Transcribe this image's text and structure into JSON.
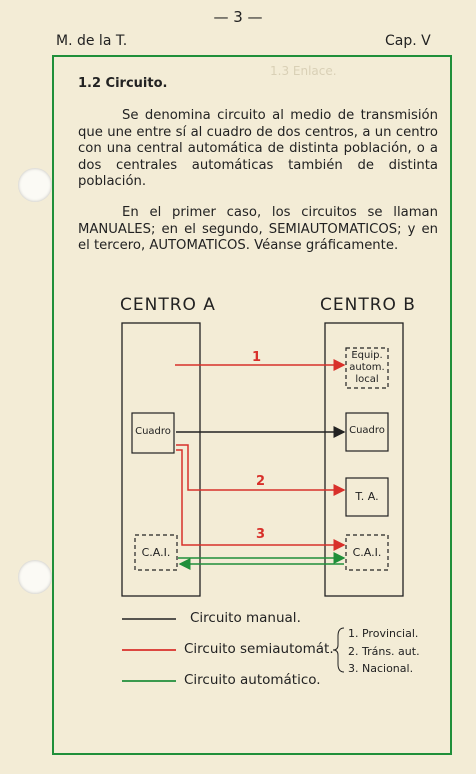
{
  "header": {
    "page_number": "— 3 —",
    "left": "M. de la T.",
    "right": "Cap. V"
  },
  "section": {
    "title": "1.2  Circuito.",
    "paragraph1": "Se denomina circuito al medio de transmisión que une entre sí al cuadro de dos centros, a un centro con una central automática de distinta población, o a dos centrales automáticas también de distinta población.",
    "paragraph2": "En el primer caso, los circuitos se llaman MANUALES; en el segundo, SEMIAUTOMATICOS; y en el tercero, AUTOMATICOS. Véanse gráficamente."
  },
  "diagram": {
    "centro_a": "CENTRO A",
    "centro_b": "CENTRO B",
    "box_equip_lines": [
      "Equip.",
      "autom.",
      "local"
    ],
    "box_cuadro_a": "Cuadro",
    "box_cuadro_b": "Cuadro",
    "box_ta": "T. A.",
    "box_cai_a": "C.A.I.",
    "box_cai_b": "C.A.I.",
    "line_numbers": [
      "1",
      "2",
      "3"
    ],
    "colors": {
      "manual": "#222222",
      "semi": "#d8302a",
      "auto": "#1f8f3a"
    }
  },
  "legend": {
    "manual": "Circuito manual.",
    "semi": "Circuito semiautomát.",
    "auto": "Circuito automático.",
    "sub_items": [
      "1. Provincial.",
      "2. Tráns. aut.",
      "3. Nacional."
    ]
  }
}
